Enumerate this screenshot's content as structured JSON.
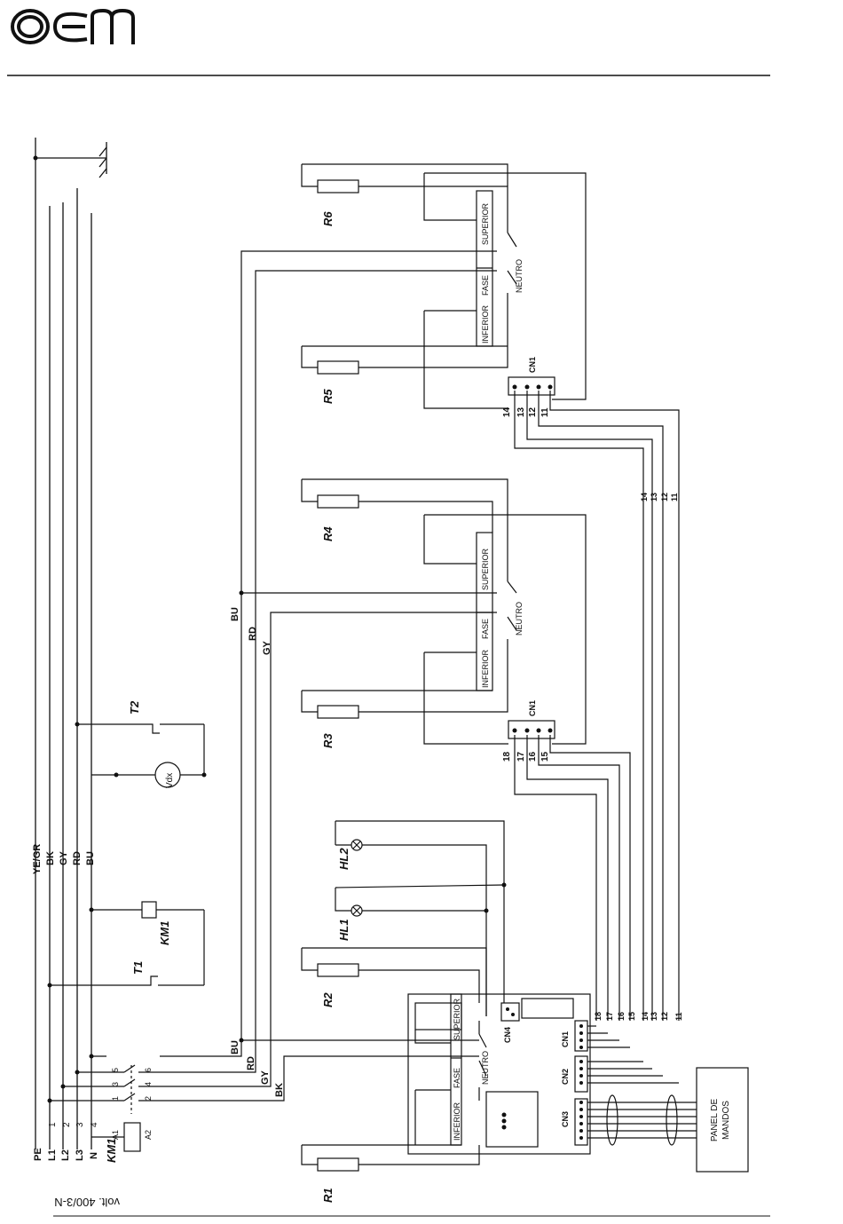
{
  "header": {
    "logo_text": "oem"
  },
  "footer": {
    "voltage_label": "volt. 400/3-N"
  },
  "supply": {
    "phase_labels": [
      "PE",
      "L1",
      "L2",
      "L3",
      "N"
    ],
    "terminal_numbers": [
      "1",
      "2",
      "3",
      "4"
    ],
    "wire_colors_vertical": [
      "YE/GR",
      "BK",
      "GY",
      "RD",
      "BU"
    ]
  },
  "contactor": {
    "label": "KM1",
    "coil_terminals": [
      "A1",
      "A2"
    ],
    "contact_numbers_top": [
      "1",
      "3",
      "5"
    ],
    "contact_numbers_bottom": [
      "2",
      "4",
      "6"
    ]
  },
  "components": {
    "t1": "T1",
    "t2": "T2",
    "km1_coil": "KM1",
    "vdx": "Vdx",
    "resistors": [
      "R1",
      "R2",
      "R3",
      "R4",
      "R5",
      "R6"
    ],
    "lamps": [
      "HL1",
      "HL2"
    ]
  },
  "switch_labels": {
    "inferior": "INFERIOR",
    "fase": "FASE",
    "superior": "SUPERIOR",
    "neutro": "NEUTRO"
  },
  "wire_colors": {
    "bu": "BU",
    "rd": "RD",
    "gy": "GY",
    "bk": "BK"
  },
  "connectors": {
    "cn1": "CN1",
    "cn2": "CN2",
    "cn3": "CN3",
    "cn4": "CN4",
    "cn1_top_pins": [
      "14",
      "13",
      "12",
      "11"
    ],
    "cn1_mid_pins": [
      "18",
      "17",
      "16",
      "15"
    ],
    "board_pins": [
      "18",
      "17",
      "16",
      "15",
      "14",
      "13",
      "12",
      "11"
    ],
    "wire_numbers": [
      "14",
      "13",
      "12",
      "11"
    ]
  },
  "panel": {
    "line1": "PANEL DE",
    "line2": "MANDOS"
  }
}
